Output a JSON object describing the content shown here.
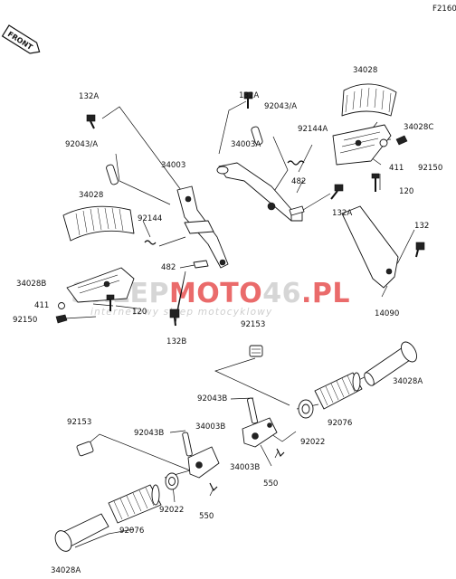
{
  "figure_code": "F2160",
  "front_label": "FRONT",
  "watermark": {
    "brand_parts": [
      "SKLEP",
      "MOTO",
      "46",
      ".PL"
    ],
    "tagline": "internetowy sklep motocyklowy",
    "colors": {
      "grey": "#c9c9c9",
      "red": "#e33a3a"
    }
  },
  "labels": {
    "l_132A_top": "132A",
    "l_34028_tr": "34028",
    "l_132A_left": "132A",
    "l_92043A_left": "92043/A",
    "l_92043A_mid": "92043/A",
    "l_34028C": "34028C",
    "l_92144A": "92144A",
    "l_34003A": "34003A",
    "l_34003": "34003",
    "l_411_right": "411",
    "l_92150_right": "92150",
    "l_482_mid": "482",
    "l_34028_left": "34028",
    "l_120_right": "120",
    "l_132A_mid": "132A",
    "l_92144": "92144",
    "l_132_right": "132",
    "l_482_left": "482",
    "l_34028B": "34028B",
    "l_411_left": "411",
    "l_120_left": "120",
    "l_92150_left": "92150",
    "l_14090": "14090",
    "l_132B": "132B",
    "l_92153_mid": "92153",
    "l_34028A_right": "34028A",
    "l_92043B_mid": "92043B",
    "l_92153_left": "92153",
    "l_92043B_left": "92043B",
    "l_34003B_left": "34003B",
    "l_92076_right": "92076",
    "l_92022_right": "92022",
    "l_34003B_mid": "34003B",
    "l_550_mid": "550",
    "l_92022_left": "92022",
    "l_92076_left": "92076",
    "l_550_left": "550",
    "l_34028A_left": "34028A"
  }
}
